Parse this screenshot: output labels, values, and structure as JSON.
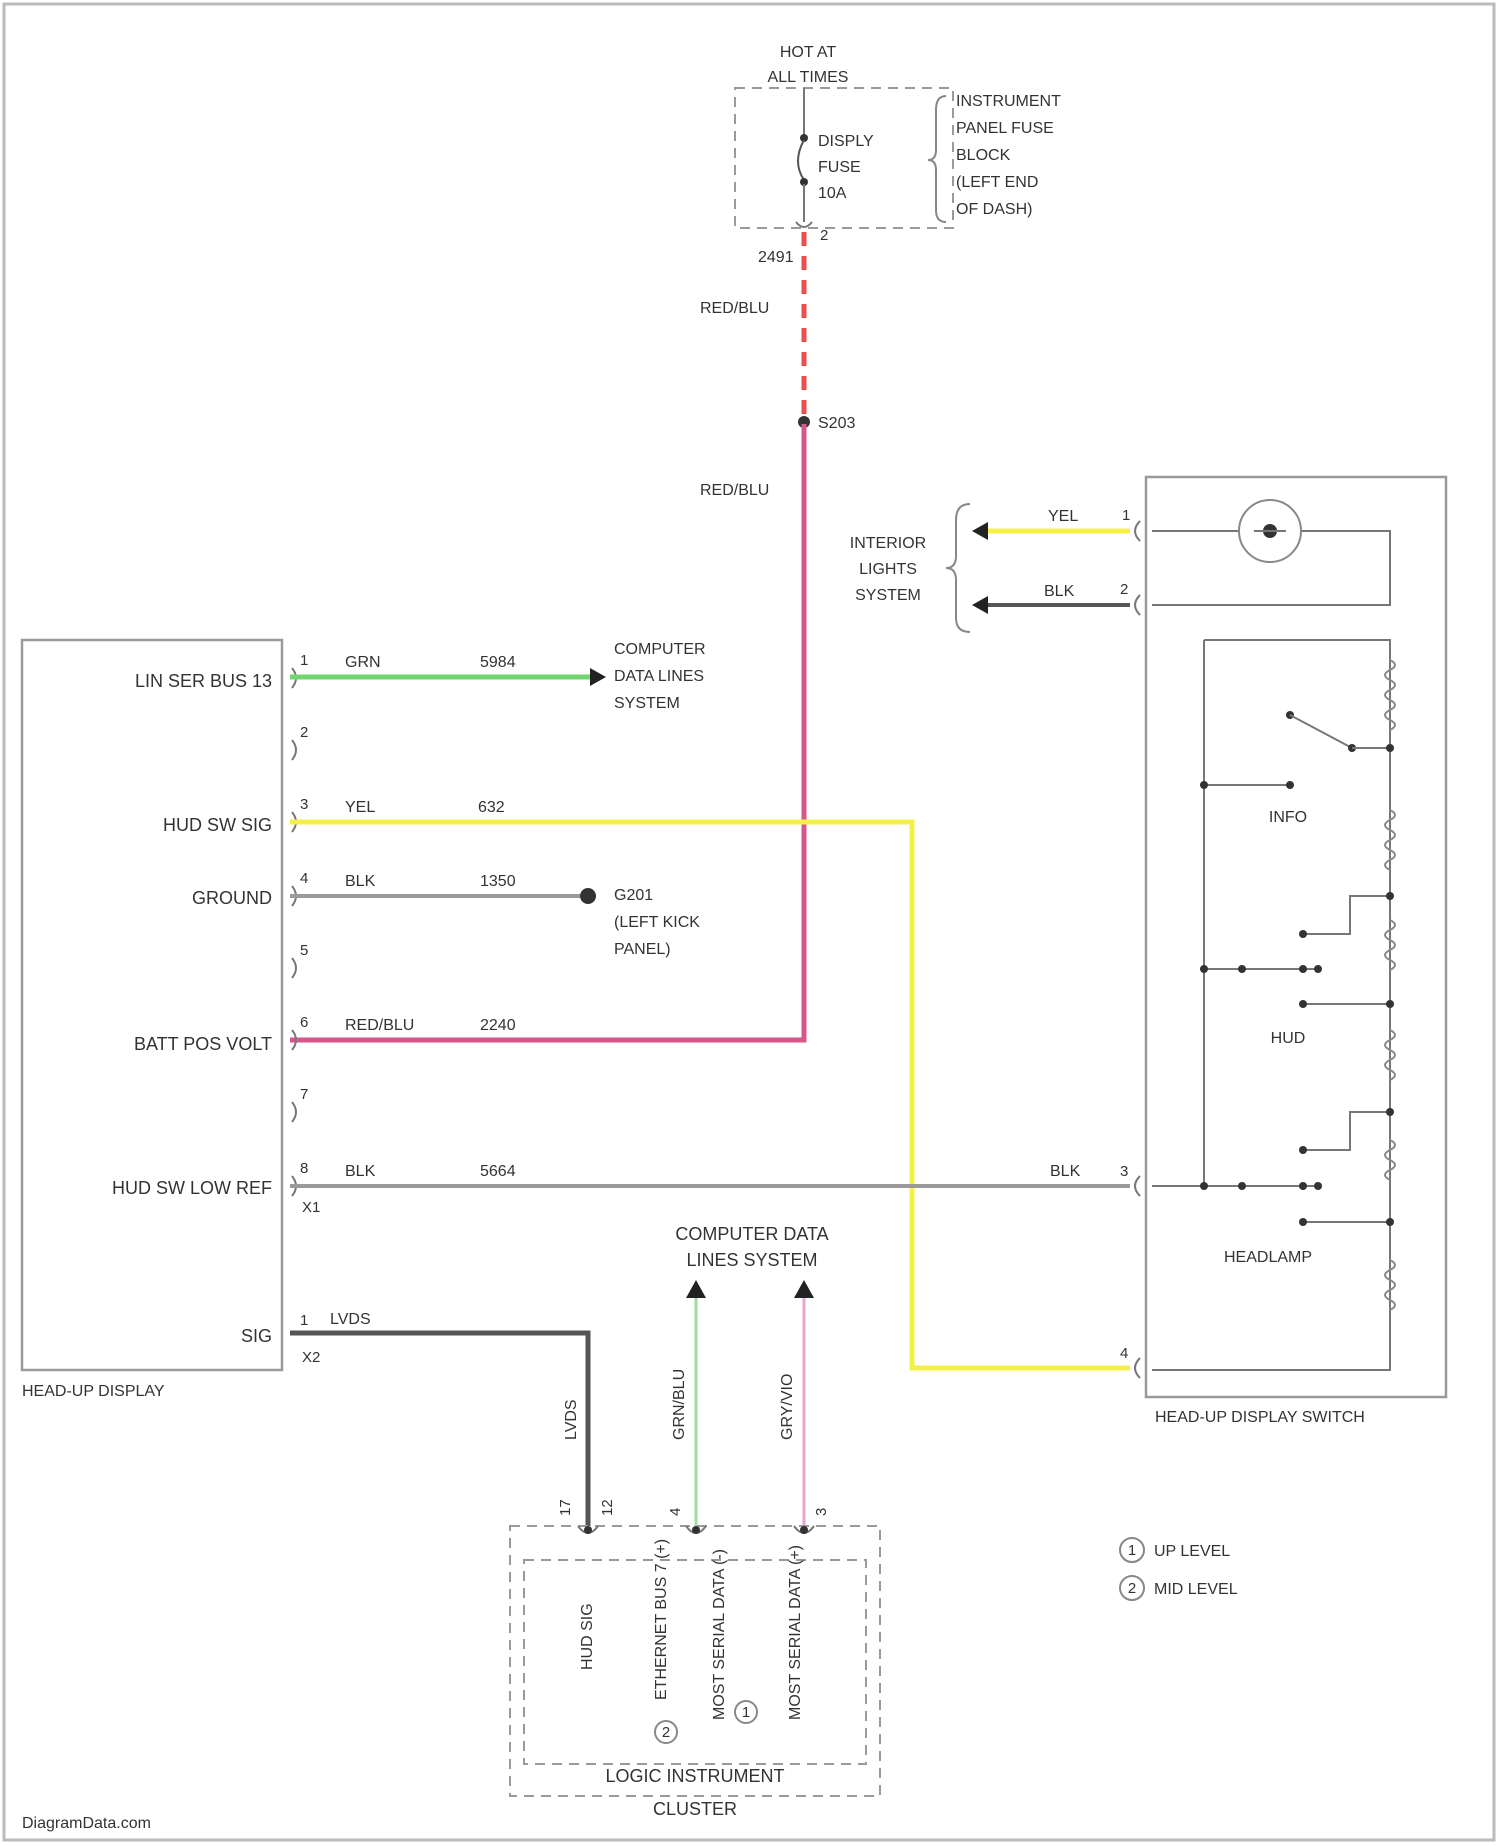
{
  "fuse_block": {
    "hot_line1": "HOT AT",
    "hot_line2": "ALL TIMES",
    "fuse_label": [
      "DISPLY",
      "FUSE",
      "10A"
    ],
    "block_label": [
      "INSTRUMENT",
      "PANEL FUSE",
      "BLOCK",
      "(LEFT END",
      "OF DASH)"
    ],
    "pin": "2"
  },
  "splice_wire": {
    "color_label": "RED/BLU",
    "circuit": "2491",
    "splice": "S203"
  },
  "hud": {
    "title": "HEAD-UP DISPLAY",
    "connector_x1": "X1",
    "connector_x2": "X2",
    "pins": [
      {
        "num": "1",
        "label": "LIN SER BUS 13",
        "color": "GRN",
        "circuit": "5984"
      },
      {
        "num": "2",
        "label": "",
        "color": "",
        "circuit": ""
      },
      {
        "num": "3",
        "label": "HUD SW SIG",
        "color": "YEL",
        "circuit": "632"
      },
      {
        "num": "4",
        "label": "GROUND",
        "color": "BLK",
        "circuit": "1350"
      },
      {
        "num": "5",
        "label": "",
        "color": "",
        "circuit": ""
      },
      {
        "num": "6",
        "label": "BATT POS VOLT",
        "color": "RED/BLU",
        "circuit": "2240"
      },
      {
        "num": "7",
        "label": "",
        "color": "",
        "circuit": ""
      },
      {
        "num": "8",
        "label": "HUD SW LOW REF",
        "color": "BLK",
        "circuit": "5664"
      }
    ],
    "sig_label": "SIG",
    "sig_pin": "1",
    "sig_color": "LVDS"
  },
  "computer_data": [
    "COMPUTER",
    "DATA LINES",
    "SYSTEM"
  ],
  "ground": [
    "G201",
    "(LEFT KICK",
    "PANEL)"
  ],
  "interior": [
    "INTERIOR",
    "LIGHTS",
    "SYSTEM"
  ],
  "switch": {
    "title": "HEAD-UP DISPLAY SWITCH",
    "pins": [
      {
        "num": "1",
        "color": "YEL"
      },
      {
        "num": "2",
        "color": "BLK"
      },
      {
        "num": "3",
        "color": "BLK"
      },
      {
        "num": "4",
        "color": "YEL"
      }
    ],
    "sections": [
      "INFO",
      "HUD",
      "HEADLAMP"
    ]
  },
  "cluster": {
    "title_line1": "LOGIC INSTRUMENT",
    "title_line2": "CLUSTER",
    "data_lines": [
      "COMPUTER DATA",
      "LINES SYSTEM"
    ],
    "wire_labels": [
      "LVDS",
      "GRN/BLU",
      "GRY/VIO"
    ],
    "pin_labels": [
      "17",
      "12",
      "4",
      "3"
    ],
    "inside_labels": [
      "HUD SIG",
      "ETHERNET BUS 7 (+)",
      "MOST SERIAL DATA (-)",
      "MOST SERIAL DATA (+)"
    ]
  },
  "legend": [
    {
      "num": "1",
      "text": "UP LEVEL"
    },
    {
      "num": "2",
      "text": "MID LEVEL"
    }
  ],
  "watermark": "DiagramData.com",
  "colors": {
    "green": "#6fd66f",
    "yellow": "#f4f048",
    "pink": "#d6578c",
    "red_dash": "#ef4c4c",
    "gray": "#9a9a9a",
    "dark": "#555555",
    "light_green": "#a3dba3",
    "light_pink": "#e8a5d4"
  }
}
